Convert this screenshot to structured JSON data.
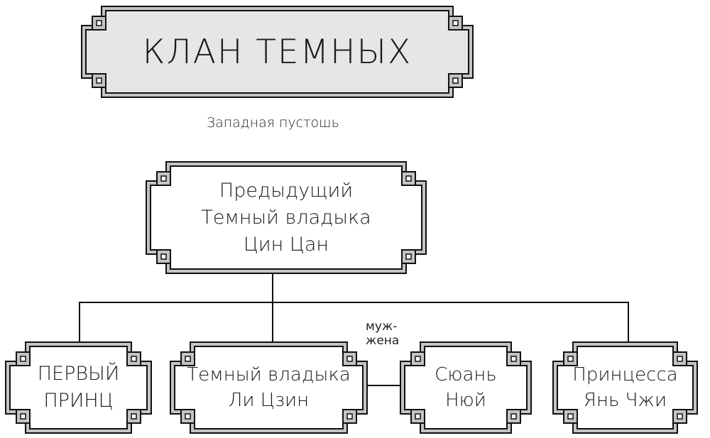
{
  "title": {
    "text": "КЛАН ТЕМНЫХ",
    "fill": "#e6e6e6"
  },
  "subtitle": "Западная пустошь",
  "frame_colors": {
    "stroke": "#111111",
    "band": "#c4c4c4",
    "fill": "#ffffff"
  },
  "nodes": {
    "ancestor": {
      "lines": [
        "Предыдущий",
        "Темный владыка",
        "Цин Цан"
      ]
    },
    "first_prince": {
      "lines": [
        "ПЕРВЫЙ",
        "ПРИНЦ"
      ]
    },
    "dark_lord": {
      "lines": [
        "Темный владыка",
        "Ли Цзин"
      ]
    },
    "spouse": {
      "lines": [
        "Сюань",
        "Нюй"
      ]
    },
    "princess": {
      "lines": [
        "Принцесса",
        "Янь Чжи"
      ]
    }
  },
  "spouse_relation": {
    "line1": "муж-",
    "line2": "жена"
  }
}
